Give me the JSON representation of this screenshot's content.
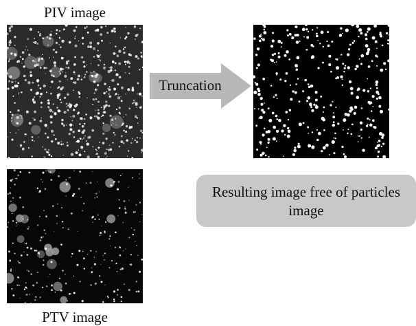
{
  "labels": {
    "piv": "PIV image",
    "ptv": "PTV image"
  },
  "arrow": {
    "text": "Truncation",
    "color": "#b8b8b8"
  },
  "result_box": {
    "text": "Resulting image free of particles image",
    "color": "#c8c8c8"
  },
  "colors": {
    "particle": "#ffffff",
    "blob": "#8a8a8a",
    "piv_background": "#2a2a2a",
    "ptv_background": "#070707",
    "result_background": "#000000"
  }
}
